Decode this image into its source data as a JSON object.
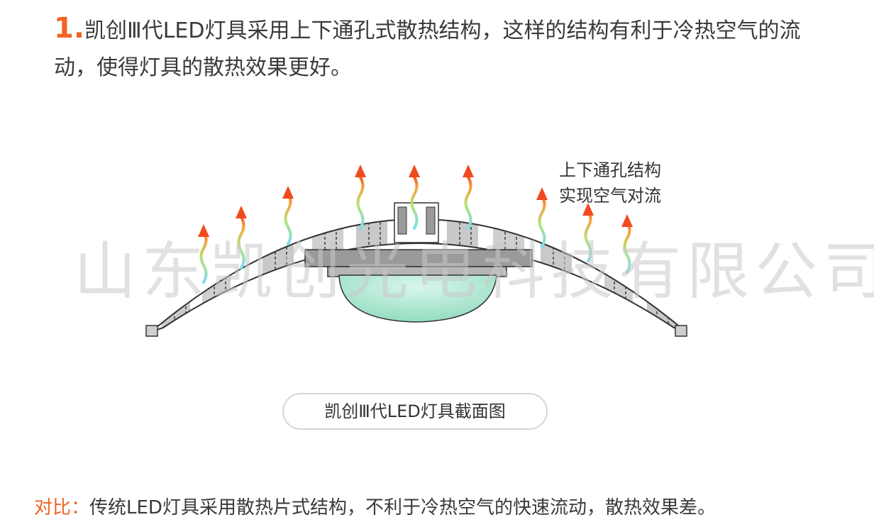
{
  "intro": {
    "number": "1.",
    "text": "凯创Ⅲ代LED灯具采用上下通孔式散热结构，这样的结构有利于冷热空气的流动，使得灯具的散热效果更好。"
  },
  "annotation": {
    "line1": "上下通孔结构",
    "line2": "实现空气对流"
  },
  "watermark": "山东凯创光电科技有限公司",
  "caption": "凯创Ⅲ代LED灯具截面图",
  "comparison": {
    "label": "对比：",
    "text": "传统LED灯具采用散热片式结构，不利于冷热空气的快速流动，散热效果差。"
  },
  "colors": {
    "accent": "#f06424",
    "lens": "#a8e6cc",
    "fin_gray": "#c8c8c8",
    "arrow_red": "#f04a1e",
    "wave_cyan": "#6fd6e8"
  },
  "icons": [
    "heat-flow-arrow-icon"
  ]
}
